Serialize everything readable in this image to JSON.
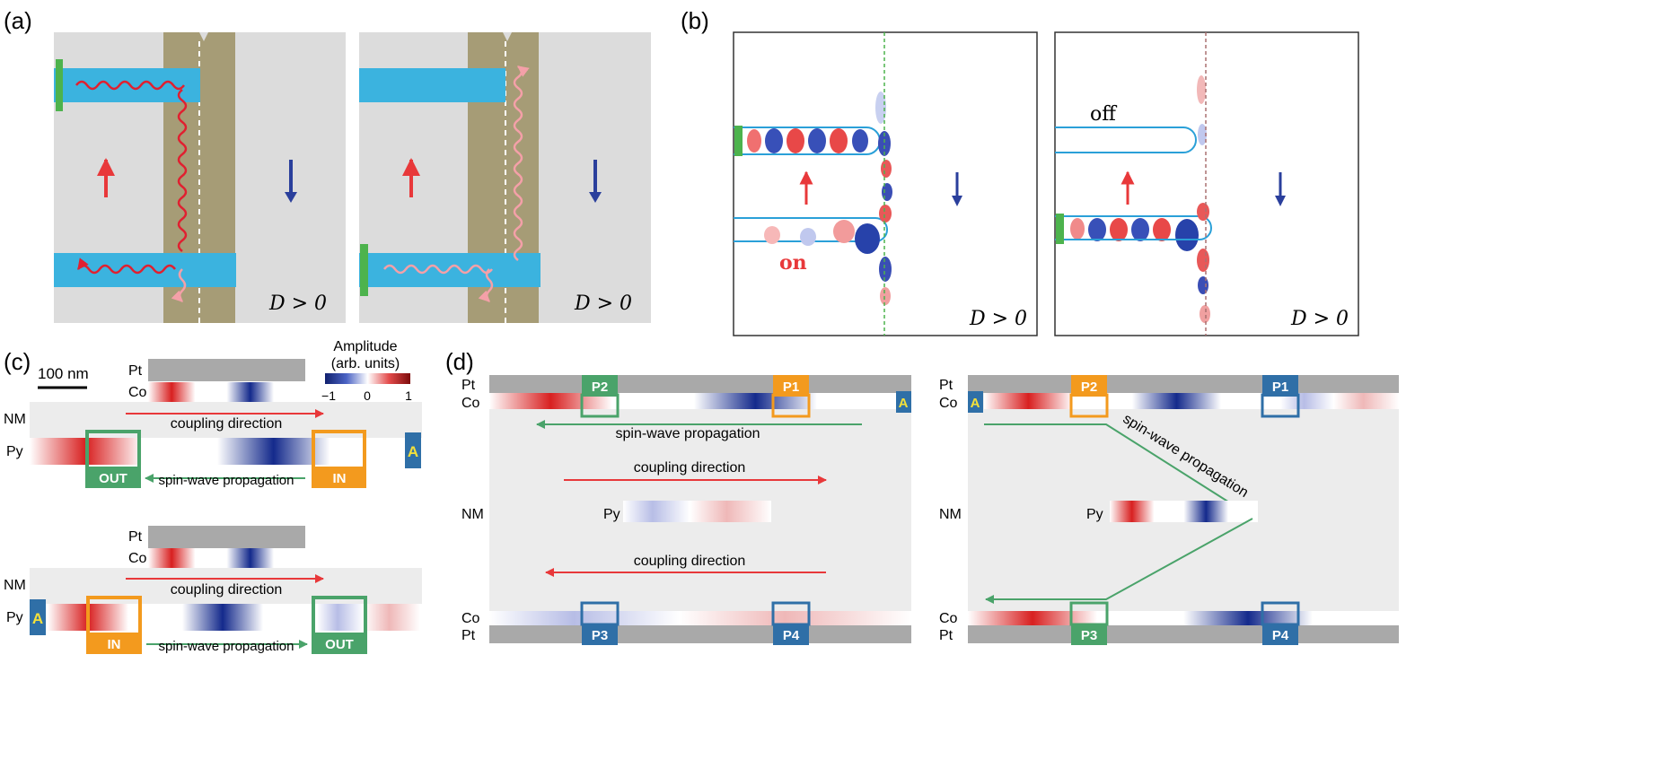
{
  "panels": {
    "a": {
      "label": "(a)",
      "condition_left": "D > 0",
      "condition_right": "D > 0"
    },
    "b": {
      "label": "(b)",
      "state_on": "on",
      "state_off": "off",
      "condition_left": "D > 0",
      "condition_right": "D > 0"
    },
    "c": {
      "label": "(c)",
      "scale_bar": "100 nm",
      "colorbar_title": "Amplitude",
      "colorbar_subtitle": "(arb. units)",
      "colorbar_ticks": [
        "−1",
        "0",
        "1"
      ],
      "layers": {
        "pt": "Pt",
        "co": "Co",
        "nm": "NM",
        "py": "Py"
      },
      "coupling": "coupling direction",
      "propagation": "spin-wave propagation",
      "out": "OUT",
      "in": "IN",
      "antenna": "A"
    },
    "d": {
      "label": "(d)",
      "layers": {
        "pt": "Pt",
        "co": "Co",
        "nm": "NM",
        "py": "Py"
      },
      "ports": {
        "p1": "P1",
        "p2": "P2",
        "p3": "P3",
        "p4": "P4"
      },
      "antenna": "A",
      "coupling": "coupling direction",
      "propagation": "spin-wave propagation"
    }
  },
  "colors": {
    "domain_bg": "#dcdcdc",
    "waveguide": "#3bb3df",
    "wall": "#a69c76",
    "antenna": "#4db34d",
    "red": "#e8383a",
    "blue": "#2a3f9c",
    "orange": "#f39a1e",
    "green_box": "#4aa36a",
    "blue_box": "#2f6fa7",
    "pt_gray": "#a9a9a9",
    "nm_gray": "#ececec"
  }
}
